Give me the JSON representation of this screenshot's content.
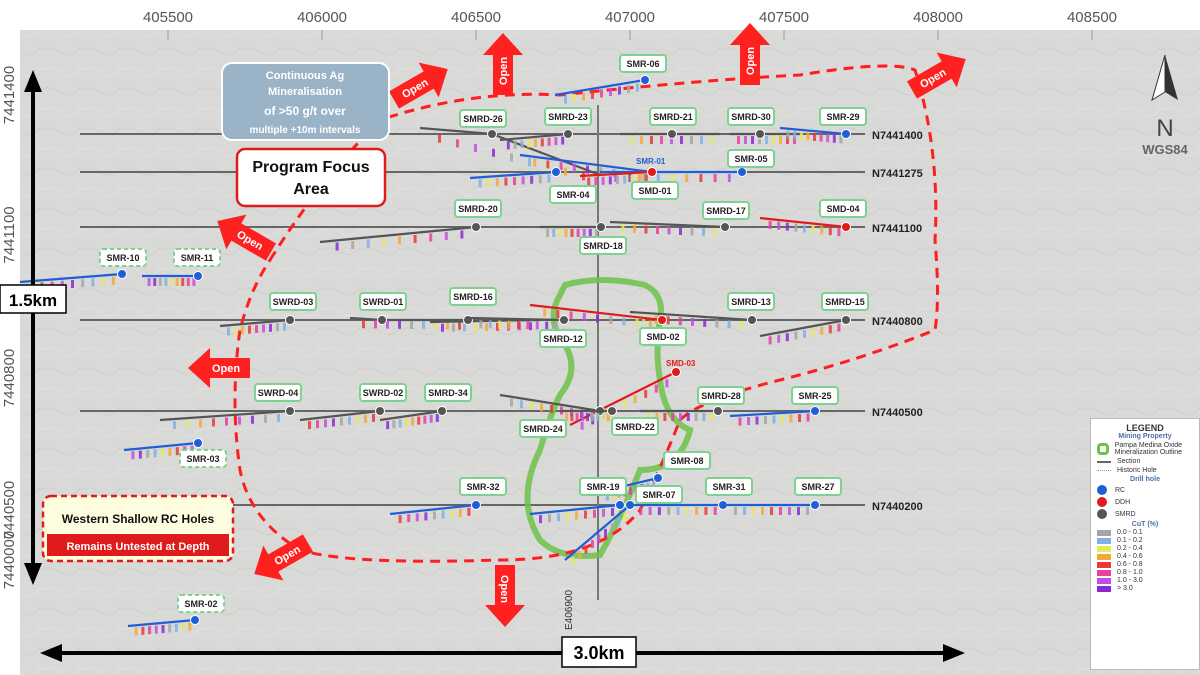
{
  "eastings": [
    "405500",
    "406000",
    "406500",
    "407000",
    "407500",
    "408000",
    "408500"
  ],
  "northing_axis": [
    "7441400",
    "7441100",
    "7440800",
    "7440500",
    "7440000"
  ],
  "sections": [
    {
      "label": "N7441400"
    },
    {
      "label": "N7441275"
    },
    {
      "label": "N7441100"
    },
    {
      "label": "N7440800"
    },
    {
      "label": "N7440500"
    },
    {
      "label": "N7440200"
    }
  ],
  "e_section_label": "E406900",
  "north": {
    "letter": "N",
    "datum": "WGS84"
  },
  "scale": {
    "vertical": "1.5km",
    "horizontal": "3.0km"
  },
  "callouts": {
    "continuous": {
      "line1": "Continuous Ag",
      "line2": "Mineralisation",
      "line3": "of >50 g/t over",
      "line4": "multiple +10m intervals"
    },
    "focus": {
      "line1": "Program Focus",
      "line2": "Area"
    },
    "western": {
      "line1": "Western Shallow RC Holes",
      "line2": "Remains Untested at Depth"
    }
  },
  "open_label": "Open",
  "holes": [
    {
      "name": "SMR-06",
      "type": "RC"
    },
    {
      "name": "SMRD-26",
      "type": "SMRD"
    },
    {
      "name": "SMRD-23",
      "type": "SMRD"
    },
    {
      "name": "SMRD-21",
      "type": "SMRD"
    },
    {
      "name": "SMRD-30",
      "type": "SMRD"
    },
    {
      "name": "SMR-29",
      "type": "RC"
    },
    {
      "name": "SMR-01",
      "type": "RC"
    },
    {
      "name": "SMR-05",
      "type": "RC"
    },
    {
      "name": "SMR-04",
      "type": "RC"
    },
    {
      "name": "SMD-01",
      "type": "DDH"
    },
    {
      "name": "SMRD-20",
      "type": "SMRD"
    },
    {
      "name": "SMRD-17",
      "type": "SMRD"
    },
    {
      "name": "SMD-04",
      "type": "DDH"
    },
    {
      "name": "SMRD-18",
      "type": "SMRD"
    },
    {
      "name": "SMR-10",
      "type": "RC"
    },
    {
      "name": "SMR-11",
      "type": "RC"
    },
    {
      "name": "SWRD-03",
      "type": "SMRD"
    },
    {
      "name": "SWRD-01",
      "type": "SMRD"
    },
    {
      "name": "SMRD-16",
      "type": "SMRD"
    },
    {
      "name": "SMRD-13",
      "type": "SMRD"
    },
    {
      "name": "SMRD-15",
      "type": "SMRD"
    },
    {
      "name": "SMRD-12",
      "type": "SMRD"
    },
    {
      "name": "SMD-02",
      "type": "DDH"
    },
    {
      "name": "SMD-03",
      "type": "DDH"
    },
    {
      "name": "SWRD-04",
      "type": "SMRD"
    },
    {
      "name": "SWRD-02",
      "type": "SMRD"
    },
    {
      "name": "SMRD-34",
      "type": "SMRD"
    },
    {
      "name": "SMRD-28",
      "type": "SMRD"
    },
    {
      "name": "SMR-25",
      "type": "RC"
    },
    {
      "name": "SMRD-24",
      "type": "SMRD"
    },
    {
      "name": "SMRD-22",
      "type": "SMRD"
    },
    {
      "name": "SMR-03",
      "type": "RC"
    },
    {
      "name": "SMR-08",
      "type": "RC"
    },
    {
      "name": "SMR-32",
      "type": "RC"
    },
    {
      "name": "SMR-19",
      "type": "RC"
    },
    {
      "name": "SMR-07",
      "type": "RC"
    },
    {
      "name": "SMR-31",
      "type": "RC"
    },
    {
      "name": "SMR-27",
      "type": "RC"
    },
    {
      "name": "SMR-02",
      "type": "RC"
    }
  ],
  "legend": {
    "title": "LEGEND",
    "subtitle": "Mining Property",
    "outline": "Pampa Medina Oxide Mineralization Outline",
    "section": "Section",
    "historic": "Historic Hole",
    "drill_title": "Drill hole",
    "rc": "RC",
    "ddh": "DDH",
    "smrd": "SMRD",
    "cut_title": "CuT (%)",
    "ranges": [
      {
        "label": "0.0 - 0.1",
        "color": "#a6a6a6"
      },
      {
        "label": "0.1 - 0.2",
        "color": "#7fb2e5"
      },
      {
        "label": "0.2 - 0.4",
        "color": "#e8e85c"
      },
      {
        "label": "0.4 - 0.6",
        "color": "#f2a93b"
      },
      {
        "label": "0.6 - 0.8",
        "color": "#e53b3b"
      },
      {
        "label": "0.8 - 1.0",
        "color": "#e5409e"
      },
      {
        "label": "1.0 - 3.0",
        "color": "#c44ee0"
      },
      {
        "label": "> 3.0",
        "color": "#8a2ad6"
      }
    ]
  },
  "colors": {
    "rc": "#1f5fd6",
    "ddh": "#e01b1b",
    "smrd": "#555555",
    "arrow": "#ff2020",
    "outline": "#6cc24a"
  }
}
